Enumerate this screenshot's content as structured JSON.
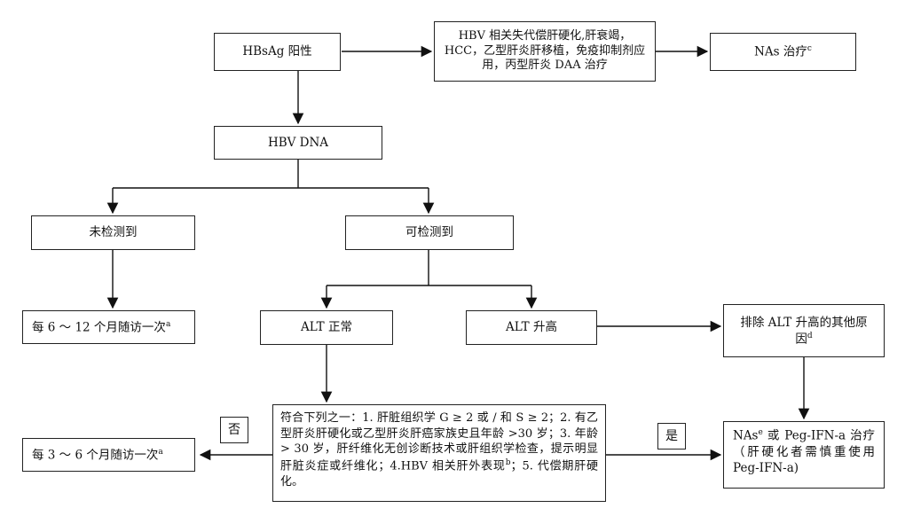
{
  "nodes": {
    "hbsag": "HBsAg 阳性",
    "decomp": "HBV 相关失代偿肝硬化,肝衰竭，HCC，乙型肝炎肝移植，免疫抑制剂应用，丙型肝炎 DAA 治疗",
    "nas": "NAs 治疗",
    "nas_sup": "c",
    "hbvdna": "HBV DNA",
    "undetected": "未检测到",
    "detected": "可检测到",
    "follow12": "每 6 ～ 12 个月随访一次",
    "follow12_sup": "a",
    "alt_normal": "ALT 正常",
    "alt_high": "ALT 升高",
    "exclude": "排除 ALT 升高的其他原因",
    "exclude_sup": "d",
    "criteria_a": "符合下列之一：1. 肝脏组织学 G ≥ 2 或 / 和 S ≥ 2；2. 有乙型肝炎肝硬化或乙型肝炎肝癌家族史且年龄 >30 岁；3. 年龄 > 30 岁，肝纤维化无创诊断技术或肝组织学检查，提示明显肝脏炎症或纤维化；4.HBV 相关肝外表现",
    "criteria_sup": "b",
    "criteria_b": "；5. 代偿期肝硬化。",
    "follow6": "每 3 ～ 6 个月随访一次",
    "follow6_sup": "a",
    "treat_a": "NAs",
    "treat_sup": "e",
    "treat_b": " 或 Peg-IFN-a 治疗（肝硬化者需慎重使用 Peg-IFN-a)"
  },
  "labels": {
    "no": "否",
    "yes": "是"
  }
}
